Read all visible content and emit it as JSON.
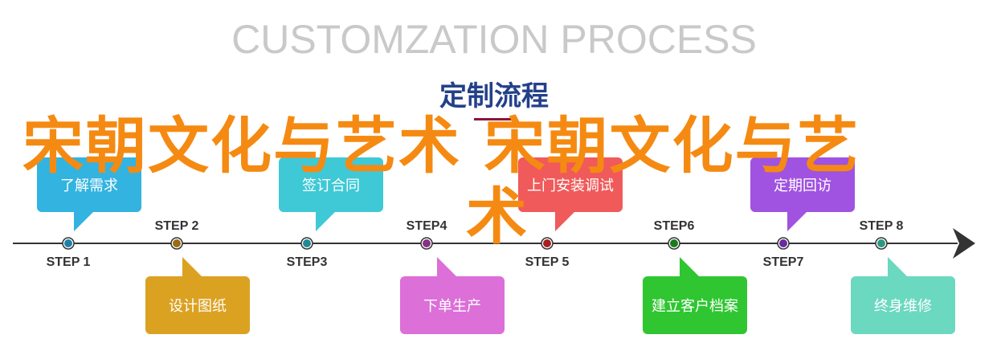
{
  "header": {
    "en_title": "CUSTOMZATION PROCESS",
    "cn_title": "定制流程"
  },
  "colors": {
    "en_title": "#c9c9c9",
    "cn_title": "#23408a",
    "underline": "#8b1538",
    "overlay": "#f58a12",
    "timeline": "#333333"
  },
  "steps": [
    {
      "label": "STEP 1",
      "text": "了解需求",
      "position": "top",
      "color": "#33b3e0",
      "dot": "#1f7fa8"
    },
    {
      "label": "STEP 2",
      "text": "设计图纸",
      "position": "bottom",
      "color": "#dba222",
      "dot": "#9a6d12"
    },
    {
      "label": "STEP3",
      "text": "签订合同",
      "position": "top",
      "color": "#3fc9d6",
      "dot": "#1f8a95"
    },
    {
      "label": "STEP4",
      "text": "下单生产",
      "position": "bottom",
      "color": "#dc6fd8",
      "dot": "#8a2f86"
    },
    {
      "label": "STEP 5",
      "text": "上门安装调试",
      "position": "top",
      "color": "#f05a5a",
      "dot": "#a82020"
    },
    {
      "label": "STEP6",
      "text": "建立客户档案",
      "position": "bottom",
      "color": "#2fc632",
      "dot": "#1a7a1c"
    },
    {
      "label": "STEP7",
      "text": "定期回访",
      "position": "top",
      "color": "#a052e0",
      "dot": "#6a2aa0"
    },
    {
      "label": "STEP 8",
      "text": "终身维修",
      "position": "bottom",
      "color": "#6bd8c0",
      "dot": "#2a9a82"
    }
  ],
  "overlay": {
    "line1": "宋朝文化与艺术 宋朝文化与艺",
    "line2": "术"
  }
}
